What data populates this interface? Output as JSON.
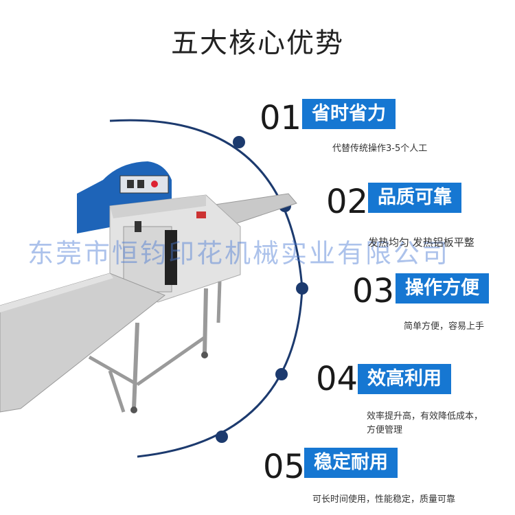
{
  "title": "五大核心优势",
  "watermark": "东莞市恒钧印花机械实业有限公司",
  "colors": {
    "accent": "#1677d2",
    "arc": "#1c3a6e"
  },
  "items": [
    {
      "num": "01",
      "label": "省时省力",
      "desc": [
        "代替传统操作3-5个人工"
      ]
    },
    {
      "num": "02",
      "label": "品质可靠",
      "desc": [
        "发热均匀  发热铝板平整"
      ]
    },
    {
      "num": "03",
      "label": "操作方便",
      "desc": [
        "简单方便，容易上手"
      ]
    },
    {
      "num": "04",
      "label": "效高利用",
      "desc": [
        "效率提升高，有效降低成本，",
        "方便管理"
      ]
    },
    {
      "num": "05",
      "label": "稳定耐用",
      "desc": [
        "可长时间使用，性能稳定，质量可靠"
      ]
    }
  ]
}
